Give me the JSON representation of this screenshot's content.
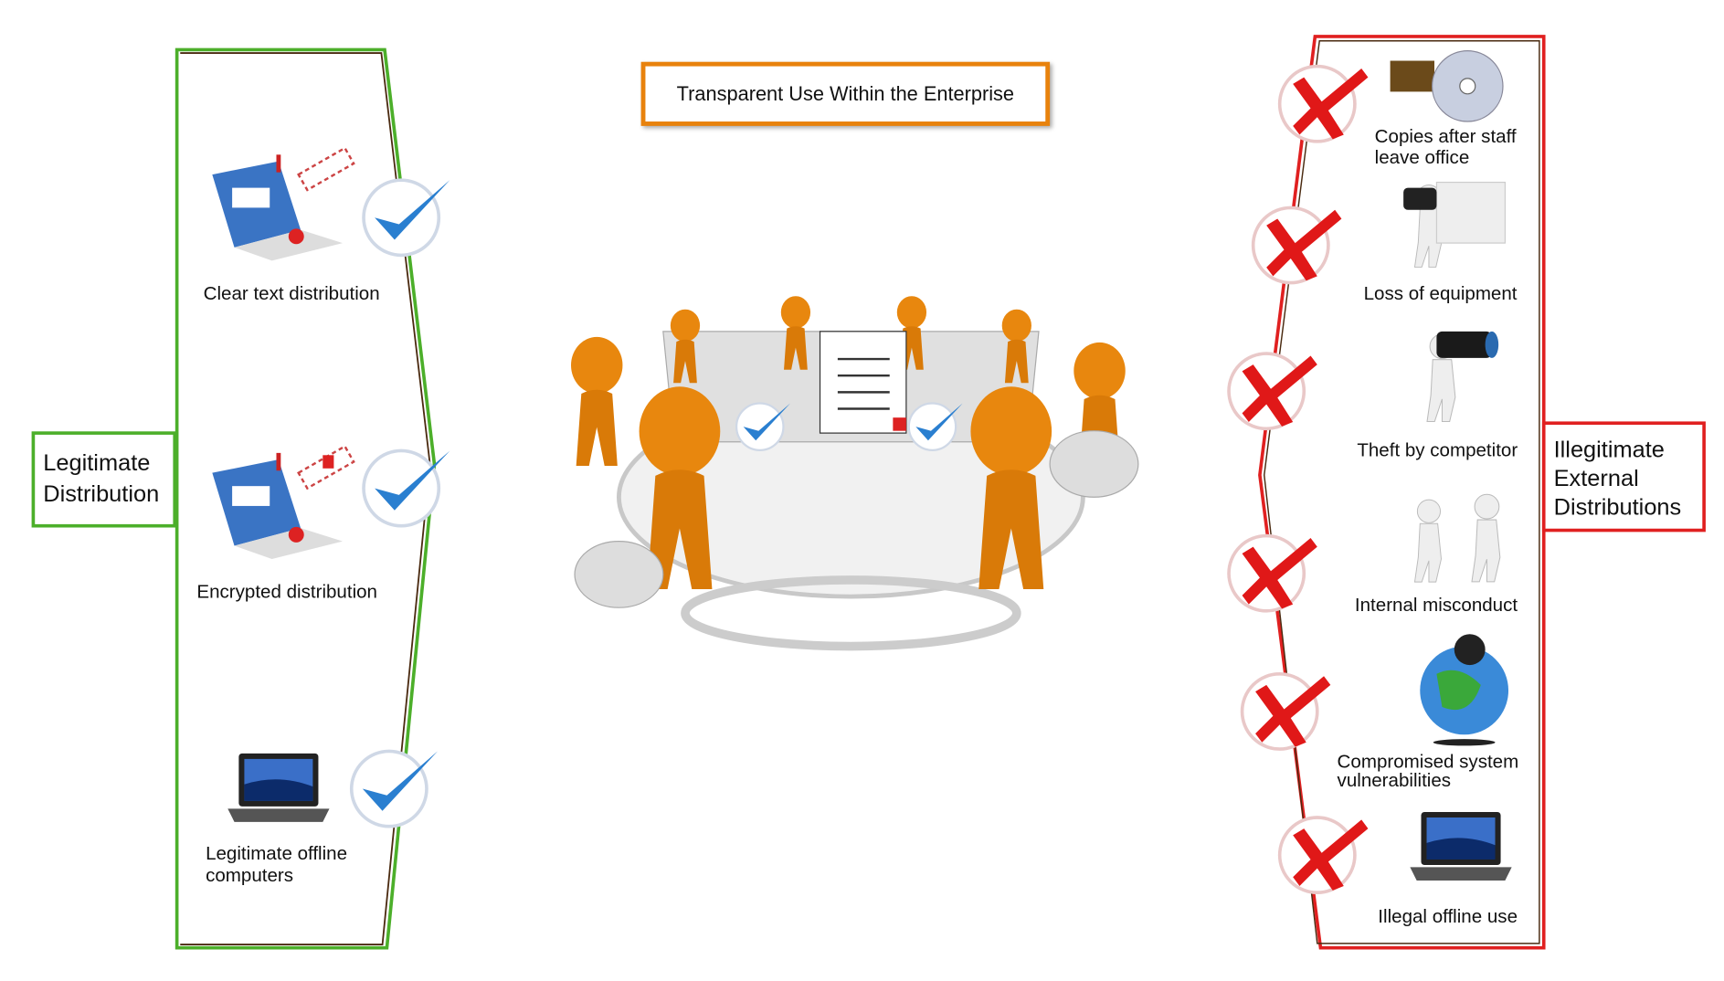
{
  "title": "Transparent Use Within the Enterprise",
  "left_panel": {
    "label_lines": [
      "Legitimate",
      "Distribution"
    ],
    "color": "#4caf2a",
    "items": [
      {
        "lines": [
          "Clear text distribution"
        ],
        "icon": "laptop-mail-icon",
        "status": "check"
      },
      {
        "lines": [
          "Encrypted distribution"
        ],
        "icon": "laptop-encrypted-mail-icon",
        "status": "check"
      },
      {
        "lines": [
          "Legitimate offline",
          "computers"
        ],
        "icon": "laptop-icon",
        "status": "check"
      }
    ]
  },
  "right_panel": {
    "label_lines": [
      "Illegitimate",
      "External",
      "Distributions"
    ],
    "color": "#e02020",
    "items": [
      {
        "lines": [
          "Copies after staff",
          "leave office"
        ],
        "icon": "disc-tape-icon",
        "status": "cross"
      },
      {
        "lines": [
          "Loss of equipment"
        ],
        "icon": "figure-carrying-box-icon",
        "status": "cross"
      },
      {
        "lines": [
          "Theft by competitor"
        ],
        "icon": "figure-camera-icon",
        "status": "cross"
      },
      {
        "lines": [
          "Internal misconduct"
        ],
        "icon": "figures-fighting-icon",
        "status": "cross"
      },
      {
        "lines": [
          "Compromised system",
          "vulnerabilities"
        ],
        "icon": "hacker-globe-icon",
        "status": "cross"
      },
      {
        "lines": [
          "Illegal offline use"
        ],
        "icon": "laptop-icon",
        "status": "cross"
      }
    ]
  },
  "colors": {
    "accent_orange": "#e8820c",
    "check_blue": "#2a7fd0",
    "cross_red": "#e01818",
    "figure_orange": "#e8870e"
  }
}
